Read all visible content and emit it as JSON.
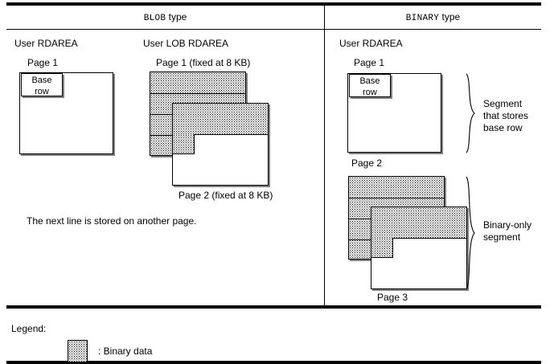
{
  "figure": {
    "columns": [
      {
        "type_name": "BLOB",
        "type_suffix": " type"
      },
      {
        "type_name": "BINARY",
        "type_suffix": " type"
      }
    ]
  },
  "blob_column": {
    "user_rdarea_label": "User RDAREA",
    "user_lob_rdarea_label": "User LOB RDAREA",
    "page1_label": "Page 1",
    "base_row_line1": "Base",
    "base_row_line2": "row",
    "lob_page1_label": "Page 1 (fixed at 8 KB)",
    "lob_page2_label": "Page 2 (fixed at 8 KB)",
    "note": "The next line is stored on another page."
  },
  "binary_column": {
    "user_rdarea_label": "User RDAREA",
    "page1_label": "Page 1",
    "base_row_line1": "Base",
    "base_row_line2": "row",
    "page2_label": "Page 2",
    "page3_label": "Page 3",
    "brace_base_line1": "Segment",
    "brace_base_line2": "that stores",
    "brace_base_line3": "base row",
    "brace_binary_line1": "Binary-only",
    "brace_binary_line2": "segment"
  },
  "legend": {
    "title": "Legend:",
    "binary_data_label": ": Binary data"
  },
  "colors": {
    "line": "#000000",
    "shadow": "#808080",
    "background": "#ffffff"
  }
}
